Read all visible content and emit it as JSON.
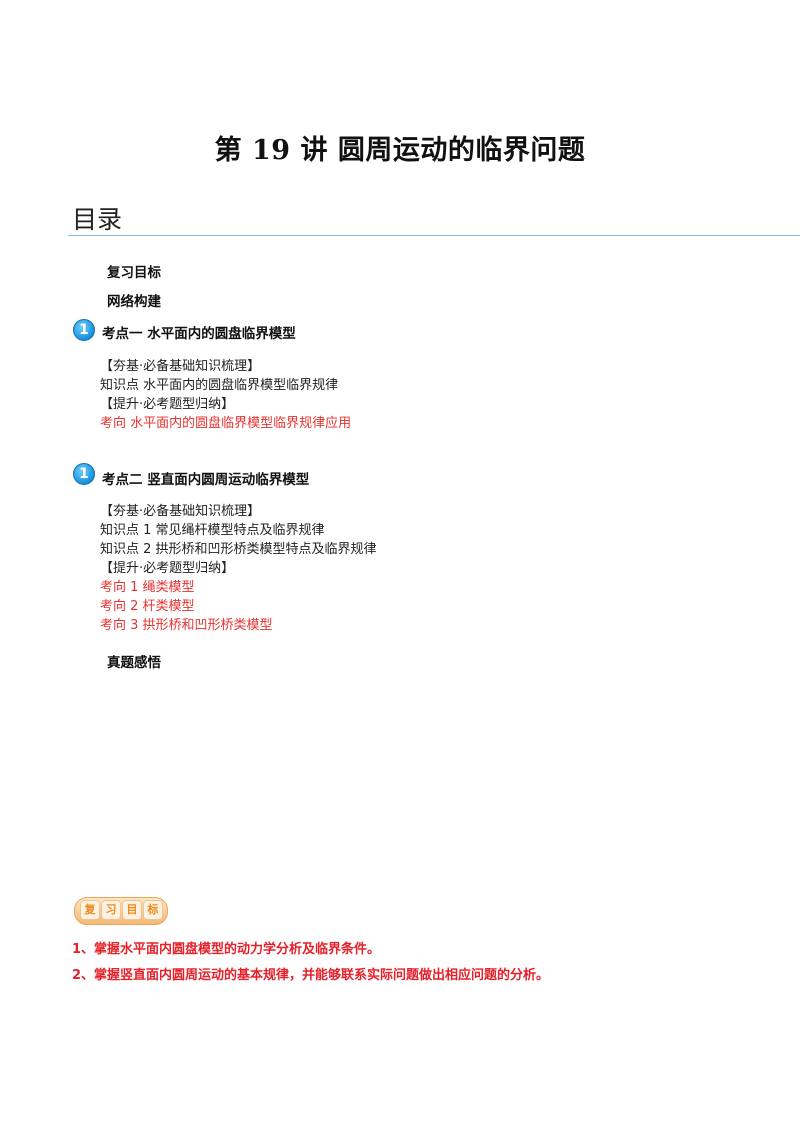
{
  "title": "第 19 讲  圆周运动的临界问题",
  "toc": {
    "heading": "目录",
    "review_goal": "复习目标",
    "network": "网络构建",
    "sections": [
      {
        "badge": "1",
        "title": "考点一    水平面内的圆盘临界模型",
        "lines": [
          {
            "text": "【夯基·必备基础知识梳理】",
            "red": false
          },
          {
            "text": "知识点  水平面内的圆盘临界模型临界规律",
            "red": false
          },
          {
            "text": "【提升·必考题型归纳】",
            "red": false
          },
          {
            "text": "考向  水平面内的圆盘临界模型临界规律应用",
            "red": true
          }
        ]
      },
      {
        "badge": "1",
        "title": "考点二    竖直面内圆周运动临界模型",
        "lines": [
          {
            "text": "【夯基·必备基础知识梳理】",
            "red": false
          },
          {
            "text": "知识点 1  常见绳杆模型特点及临界规律",
            "red": false
          },
          {
            "text": "知识点 2  拱形桥和凹形桥类模型特点及临界规律",
            "red": false
          },
          {
            "text": "【提升·必考题型归纳】",
            "red": false
          },
          {
            "text": "考向 1  绳类模型",
            "red": true
          },
          {
            "text": "考向 2  杆类模型",
            "red": true
          },
          {
            "text": "考向 3  拱形桥和凹形桥类模型",
            "red": true
          }
        ]
      }
    ],
    "real_exam": "真题感悟"
  },
  "review_tag": [
    "复",
    "习",
    "目",
    "标"
  ],
  "objectives": [
    "1、掌握水平面内圆盘模型的动力学分析及临界条件。",
    "2、掌握竖直面内圆周运动的基本规律，并能够联系实际问题做出相应问题的分析。"
  ],
  "colors": {
    "accent_red": "#e8322f",
    "rule_blue": "#8fbbe0",
    "badge_blue": "#1a8fd8",
    "tag_orange": "#f5b978"
  }
}
